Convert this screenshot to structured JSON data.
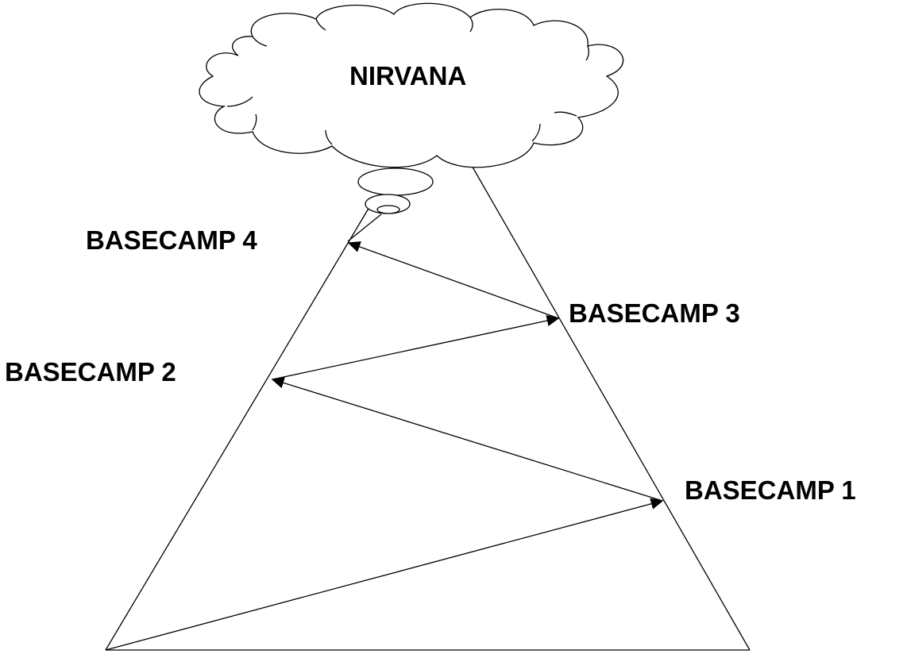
{
  "diagram": {
    "summit_label": "NIRVANA",
    "camps": [
      {
        "label": "BASECAMP 1"
      },
      {
        "label": "BASECAMP 2"
      },
      {
        "label": "BASECAMP 3"
      },
      {
        "label": "BASECAMP 4"
      }
    ]
  }
}
